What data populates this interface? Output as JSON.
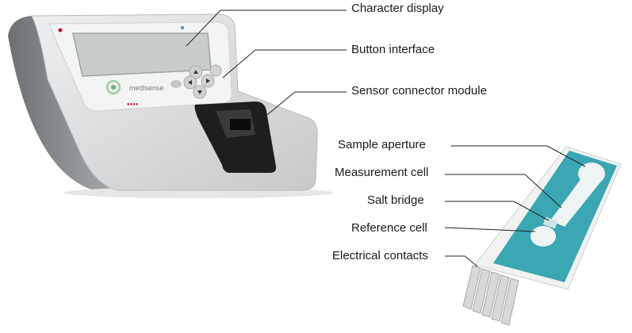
{
  "device": {
    "brand_text": "medisense",
    "callouts": {
      "display": "Character display",
      "buttons": "Button interface",
      "connector": "Sensor connector module"
    },
    "colors": {
      "body": "#d9dadc",
      "screen": "#c9cccd",
      "connector": "#1e1e1e",
      "accent": "#c8102e"
    }
  },
  "strip": {
    "callouts": {
      "aperture": "Sample aperture",
      "measurement": "Measurement cell",
      "salt_bridge": "Salt bridge",
      "reference": "Reference cell",
      "contacts": "Electrical contacts"
    },
    "colors": {
      "substrate": "#3aa7b3",
      "cells": "#eef3f3",
      "contacts": "#d8d8d8"
    }
  }
}
